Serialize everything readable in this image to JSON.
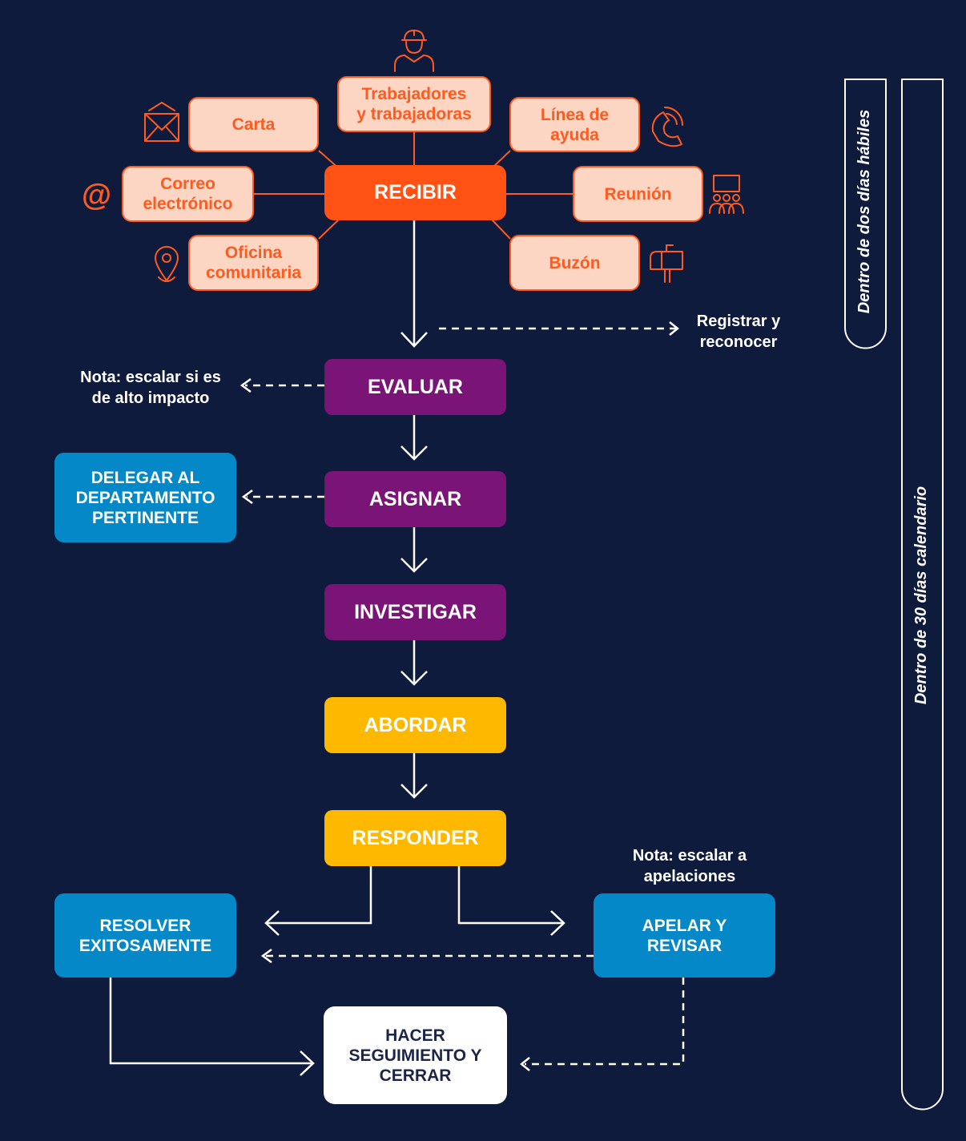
{
  "nodes": {
    "recibir": "RECIBIR",
    "evaluar": "EVALUAR",
    "asignar": "ASIGNAR",
    "investigar": "INVESTIGAR",
    "abordar": "ABORDAR",
    "responder": "RESPONDER",
    "delegar": "DELEGAR AL\nDEPARTAMENTO\nPERTINENTE",
    "resolver": "RESOLVER\nEXITOSAMENTE",
    "apelar": "APELAR Y\nREVISAR",
    "seguimiento": "HACER\nSEGUIMIENTO Y\nCERRAR"
  },
  "sources": {
    "trabajadores": "Trabajadores\ny trabajadoras",
    "carta": "Carta",
    "linea": "Línea de\nayuda",
    "correo": "Correo\nelectrónico",
    "reunion": "Reunión",
    "oficina": "Oficina\ncomunitaria",
    "buzon": "Buzón"
  },
  "notes": {
    "registrar": "Registrar y\nreconocer",
    "escalar_impacto": "Nota: escalar si es\nde alto impacto",
    "escalar_apelaciones": "Nota: escalar a\napelaciones"
  },
  "timeline": {
    "dos_dias": "Dentro de dos días hábiles",
    "treinta_dias": "Dentro de 30 días calendario"
  },
  "icons": {
    "worker": "worker-hardhat-icon",
    "letter": "envelope-icon",
    "phone": "phone-icon",
    "email": "at-sign-icon",
    "meeting": "meeting-icon",
    "office": "location-pin-icon",
    "mailbox": "mailbox-icon"
  },
  "colors": {
    "background": "#0f1b3d",
    "orange": "#ff5214",
    "source_fill": "#fdd6c3",
    "purple": "#7a1577",
    "yellow": "#ffb800",
    "blue": "#0588c8",
    "white": "#ffffff"
  }
}
